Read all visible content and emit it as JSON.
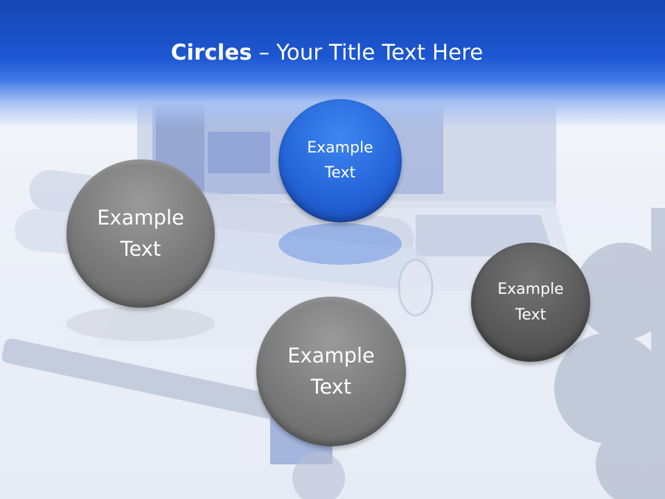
{
  "slide": {
    "title_bold": "Circles",
    "title_rest": " – Your Title Text Here",
    "circles": [
      {
        "label_line1": "Example",
        "label_line2": "Text",
        "color": "#2566da"
      },
      {
        "label_line1": "Example",
        "label_line2": "Text",
        "color": "#7a7a7a"
      },
      {
        "label_line1": "Example",
        "label_line2": "Text",
        "color": "#5a5a5a"
      },
      {
        "label_line1": "Example",
        "label_line2": "Text",
        "color": "#7a7a7a"
      }
    ],
    "colors": {
      "header": "#1d57d2",
      "background": "#eef1f8"
    }
  }
}
